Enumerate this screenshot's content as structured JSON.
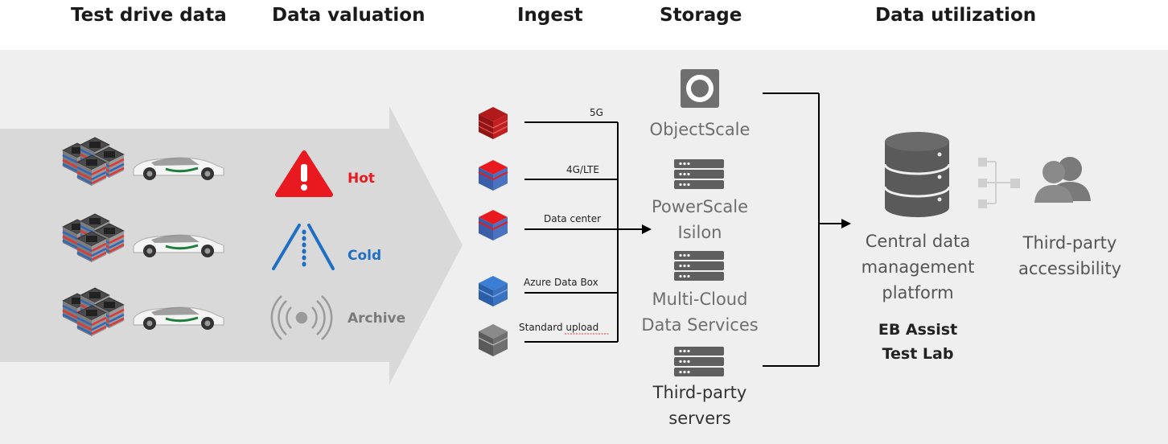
{
  "headers": {
    "test_drive": "Test drive data",
    "valuation": "Data valuation",
    "ingest": "Ingest",
    "storage": "Storage",
    "utilization": "Data utilization"
  },
  "valuation": {
    "hot": "Hot",
    "cold": "Cold",
    "archive": "Archive"
  },
  "ingest": {
    "channels": [
      "5G",
      "4G/LTE",
      "Data center",
      "Azure Data Box",
      "Standard upload"
    ]
  },
  "storage": {
    "objectscale": "ObjectScale",
    "powerscale_line1": "PowerScale",
    "powerscale_line2": "Isilon",
    "multicloud_line1": "Multi-Cloud",
    "multicloud_line2": "Data Services",
    "thirdparty_line1": "Third-party",
    "thirdparty_line2": "servers"
  },
  "utilization": {
    "central_line1": "Central data",
    "central_line2": "management",
    "central_line3": "platform",
    "eb_line1": "EB Assist",
    "eb_line2": "Test Lab",
    "thirdparty_line1": "Third-party",
    "thirdparty_line2": "accessibility"
  },
  "colors": {
    "hot": "#e8191f",
    "cold": "#1f6fc5",
    "archive": "#7a7a7a",
    "panel": "#efefef",
    "arrow": "#d9d9d9"
  }
}
